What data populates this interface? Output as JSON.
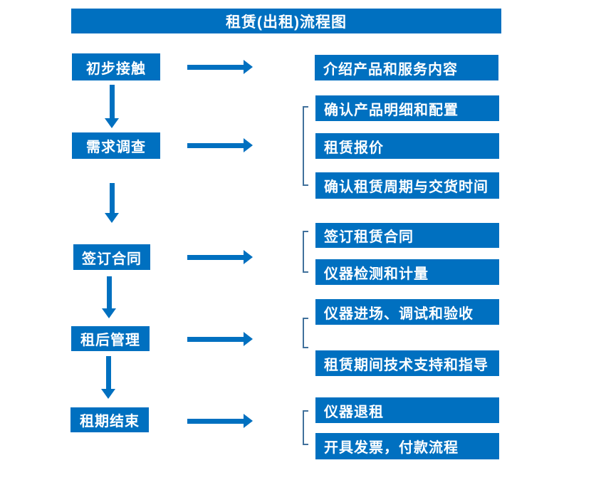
{
  "title": "租赁(出租)流程图",
  "colors": {
    "primary_blue": "#0070C0",
    "bracket_blue": "#41719C",
    "text_white": "#FFFFFF",
    "background": "#FFFFFF"
  },
  "steps": [
    {
      "label": "初步接触",
      "details": [
        "介绍产品和服务内容"
      ]
    },
    {
      "label": "需求调查",
      "details": [
        "确认产品明细和配置",
        "租赁报价",
        "确认租赁周期与交货时间"
      ]
    },
    {
      "label": "签订合同",
      "details": [
        "签订租赁合同",
        "仪器检测和计量"
      ]
    },
    {
      "label": "租后管理",
      "details": [
        "仪器进场、调试和验收",
        "租赁期间技术支持和指导"
      ]
    },
    {
      "label": "租期结束",
      "details": [
        "仪器退租",
        "开具发票，付款流程"
      ]
    }
  ]
}
